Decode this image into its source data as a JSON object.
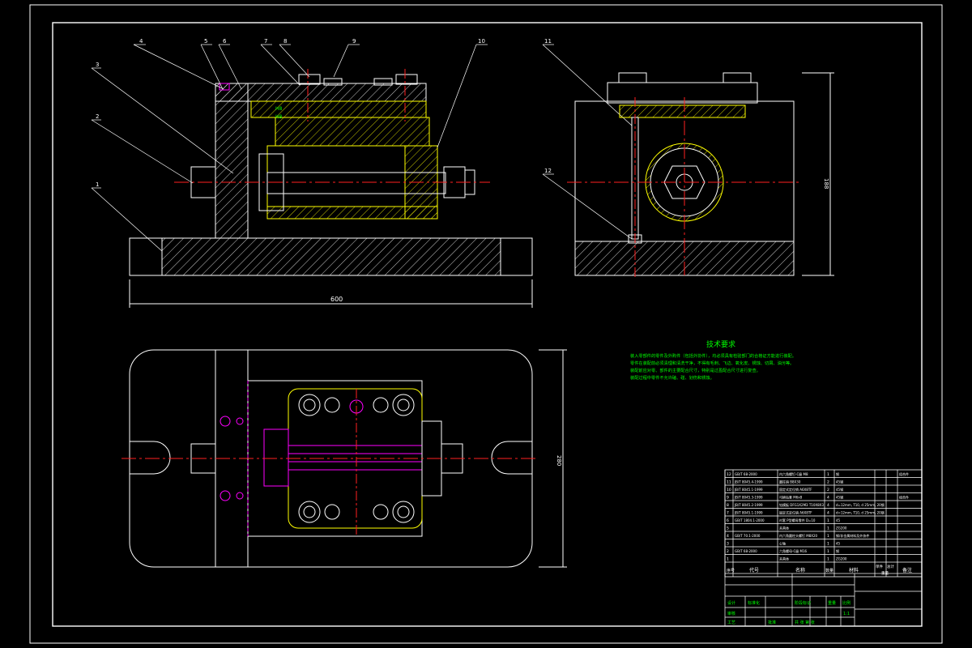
{
  "drawing": {
    "callouts": [
      "1",
      "2",
      "3",
      "4",
      "5",
      "6",
      "7",
      "8",
      "9",
      "10",
      "11",
      "12"
    ],
    "dimensions": {
      "front_width": "600",
      "side_height": "188",
      "top_height": "280",
      "small_tag_a": "H8",
      "small_tag_b": "H8"
    },
    "tech_requirements": {
      "title": "技术要求",
      "lines": [
        "装入零部件的零件及外购件（包括外协件），均必须具有检验部门的合格证方能进行装配。",
        "零件在装配前必须清理和清洗干净，不得有毛刺、飞边、氧化皮、锈蚀、切屑、油污等。",
        "装配前应对零、部件的主要配合尺寸，特别是过盈配合尺寸进行复查。",
        "装配过程中零件不允许磕、碰、划伤和锈蚀。"
      ]
    },
    "bom": {
      "rows": [
        {
          "no": "12",
          "code": "GB/T 68-2000",
          "name": "内六角螺钉-C级 M8",
          "qty": "1",
          "material": "钢",
          "note": "组合件"
        },
        {
          "no": "11",
          "code": "JB/T 8045.4-1999",
          "name": "圆柱销 B8X30",
          "qty": "2",
          "material": "45钢",
          "note": ""
        },
        {
          "no": "10",
          "code": "JB/T 8045.1-1999",
          "name": "固定式定位销 A6X8TF",
          "qty": "2",
          "material": "45钢",
          "note": ""
        },
        {
          "no": "9",
          "code": "JB/T 8045.3-1999",
          "name": "可换钻套 M6x8",
          "qty": "4",
          "material": "45钢",
          "note": "组合件"
        },
        {
          "no": "8",
          "code": "JB/T 8045.2-1999",
          "name": "钻模板 DFG1X2M3 T10X8X3",
          "qty": "4",
          "material": "d=12mm, T10, d 25mm, 20钢",
          "note": ""
        },
        {
          "no": "7",
          "code": "JB/T 8045.1-1999",
          "name": "固定式定位销 A6X8TF",
          "qty": "4",
          "material": "d=12mm, T10, d 25mm, 20钢",
          "note": ""
        },
        {
          "no": "6",
          "code": "GB/T 1804.1-2000",
          "name": "衬套 P型螺母零件 D=10",
          "qty": "1",
          "material": "45",
          "note": ""
        },
        {
          "no": "5",
          "code": "",
          "name": "夹具体",
          "qty": "1",
          "material": "ZG200",
          "note": ""
        },
        {
          "no": "4",
          "code": "GB/T 70.1-2000",
          "name": "内六角圆柱头螺钉 M8X20",
          "qty": "1",
          "material": "钢/非金属材料及外协件",
          "note": ""
        },
        {
          "no": "3",
          "code": "",
          "name": "心轴",
          "qty": "1",
          "material": "45",
          "note": ""
        },
        {
          "no": "2",
          "code": "GB/T 68-2000",
          "name": "六角螺母-C级 M16",
          "qty": "1",
          "material": "钢",
          "note": ""
        },
        {
          "no": "1",
          "code": "",
          "name": "夹具体",
          "qty": "1",
          "material": "ZG200",
          "note": ""
        }
      ],
      "header": {
        "no": "序号",
        "code": "代号",
        "name": "名称",
        "qty": "数量",
        "material": "材料",
        "single": "单件",
        "total": "总计",
        "weight": "重量",
        "note": "备注"
      },
      "title_block": {
        "design": "设计",
        "checker": "审核",
        "stage": "阶段标记",
        "weight": "重量",
        "scale": "比例",
        "scale_value": "1:1",
        "sheet": "共 张 第 张",
        "process": "工艺",
        "approve": "批准",
        "std": "标准化"
      }
    }
  },
  "colors": {
    "background": "#000000",
    "outline": "#ffffff",
    "centerline": "#ff2020",
    "hidden": "#ffff00",
    "leader": "#ffffff",
    "dimension": "#ffffff",
    "hatch": "#ffffff",
    "text_green": "#00ff00",
    "magenta": "#ff00ff",
    "yellow": "#ffff00"
  }
}
